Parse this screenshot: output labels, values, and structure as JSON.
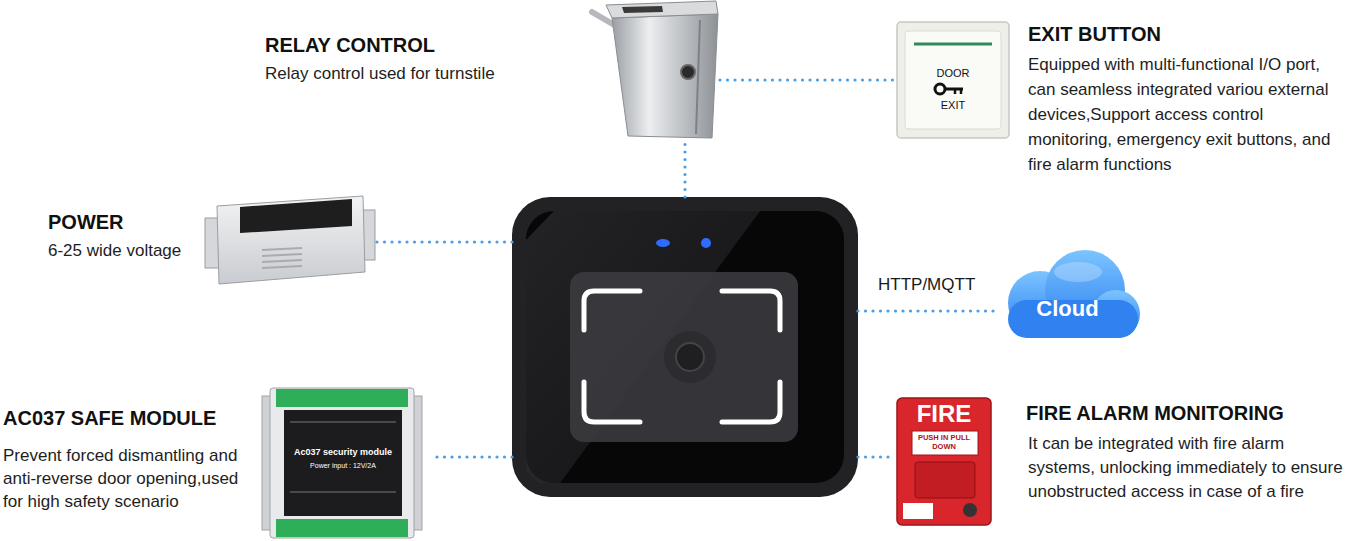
{
  "diagram": {
    "nodes": [
      {
        "text": [
          "RELAY CONTROL",
          "Relay control used for turnstile"
        ]
      },
      {
        "text": [
          "DOOR",
          "EXIT",
          "EXIT BUTTON",
          "Equipped with multi-functional I/O port, can seamless integrated variou external devices,Support access control monitoring, emergency exit buttons, and fire alarm functions"
        ]
      },
      {
        "text": [
          "POWER",
          "6-25 wide voltage"
        ]
      },
      {
        "text": []
      },
      {
        "text": [
          "Cloud"
        ]
      },
      {
        "text": [
          "Ac037 security module",
          "Power input : 12V/2A",
          "AC037 SAFE MODULE",
          "Prevent forced dismantling and anti-reverse door opening,used for high safety scenario"
        ]
      },
      {
        "text": [
          "FIRE",
          "PUSH IN PULL DOWN",
          "FIRE ALARM MONITORING",
          "It can be integrated with fire alarm systems, unlocking immediately to ensure unobstructed access in case of a fire"
        ]
      }
    ],
    "edges": [
      {
        "from": 3,
        "to": 0,
        "arrow": "none"
      },
      {
        "from": 0,
        "to": 1,
        "arrow": "none"
      },
      {
        "from": 3,
        "to": 2,
        "arrow": "none"
      },
      {
        "from": 3,
        "to": 4,
        "label": "HTTP/MQTT",
        "arrow": "none"
      },
      {
        "from": 3,
        "to": 5,
        "arrow": "none"
      },
      {
        "from": 3,
        "to": 6,
        "arrow": "none"
      }
    ]
  }
}
